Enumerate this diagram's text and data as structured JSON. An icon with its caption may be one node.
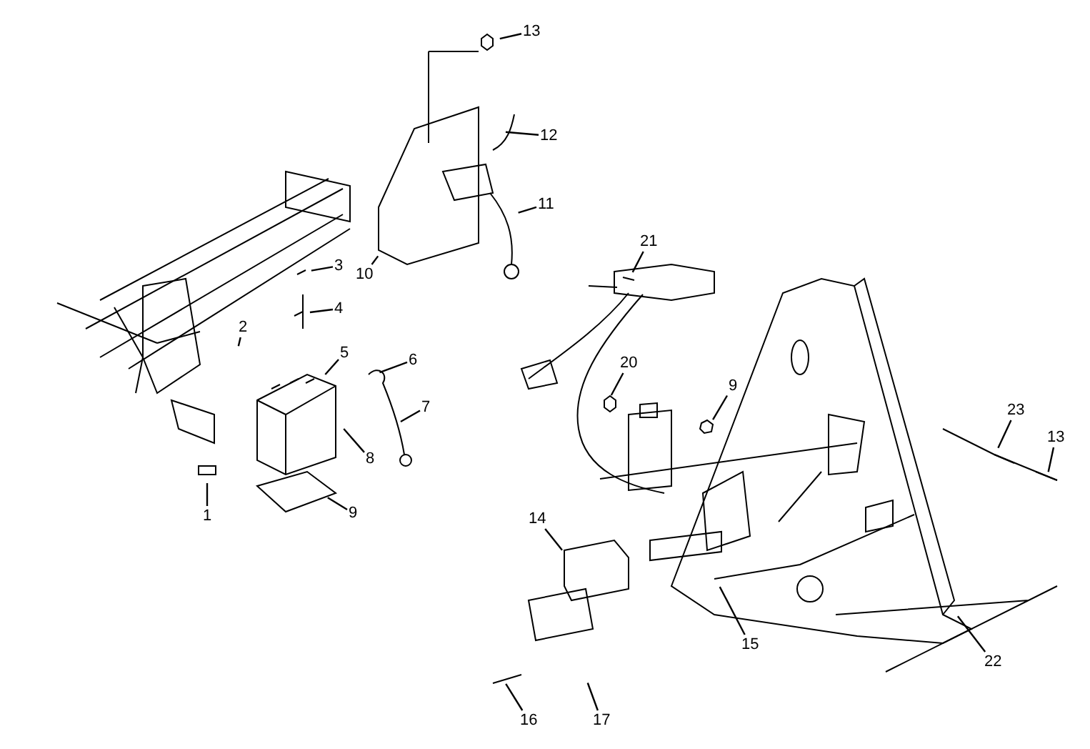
{
  "diagram": {
    "nodes": [
      {
        "text": [
          "13"
        ]
      },
      {
        "text": [
          "12"
        ]
      },
      {
        "text": [
          "11"
        ]
      },
      {
        "text": [
          "10"
        ]
      },
      {
        "text": [
          "3"
        ]
      },
      {
        "text": [
          "4"
        ]
      },
      {
        "text": [
          "2"
        ]
      },
      {
        "text": [
          "5"
        ]
      },
      {
        "text": [
          "6"
        ]
      },
      {
        "text": [
          "7"
        ]
      },
      {
        "text": [
          "8"
        ]
      },
      {
        "text": [
          "1"
        ]
      },
      {
        "text": [
          "9"
        ]
      },
      {
        "text": [
          "21"
        ]
      },
      {
        "text": [
          "20"
        ]
      },
      {
        "text": [
          "9"
        ]
      },
      {
        "text": [
          "23"
        ]
      },
      {
        "text": [
          "13"
        ]
      },
      {
        "text": [
          "14"
        ]
      },
      {
        "text": [
          "15"
        ]
      },
      {
        "text": [
          "22"
        ]
      },
      {
        "text": [
          "16"
        ]
      },
      {
        "text": [
          "17"
        ]
      },
      {
        "text": [],
        "shape": "picture"
      },
      {
        "text": [],
        "shape": "picture"
      },
      {
        "text": [],
        "shape": "picture"
      },
      {
        "text": [],
        "shape": "picture"
      }
    ],
    "edges": [
      {
        "from": 0,
        "to": 23,
        "arrow": "none"
      },
      {
        "from": 1,
        "to": 23,
        "arrow": "none"
      },
      {
        "from": 2,
        "to": 23,
        "arrow": "none"
      },
      {
        "from": 3,
        "to": 23,
        "arrow": "none"
      },
      {
        "from": 4,
        "to": null,
        "arrow": "none"
      },
      {
        "from": 5,
        "to": null,
        "arrow": "none"
      },
      {
        "from": 6,
        "to": null,
        "arrow": "none"
      },
      {
        "from": 7,
        "to": 24,
        "arrow": "none"
      },
      {
        "from": 8,
        "to": null,
        "arrow": "none"
      },
      {
        "from": 9,
        "to": null,
        "arrow": "none"
      },
      {
        "from": 10,
        "to": 24,
        "arrow": "none"
      },
      {
        "from": 11,
        "to": null,
        "arrow": "none"
      },
      {
        "from": 12,
        "to": 24,
        "arrow": "none"
      },
      {
        "from": 13,
        "to": 25,
        "arrow": "none"
      },
      {
        "from": 14,
        "to": 26,
        "arrow": "none"
      },
      {
        "from": 15,
        "to": 26,
        "arrow": "none"
      },
      {
        "from": 16,
        "to": null,
        "arrow": "none"
      },
      {
        "from": 17,
        "to": null,
        "arrow": "none"
      },
      {
        "from": 18,
        "to": null,
        "arrow": "none"
      },
      {
        "from": 19,
        "to": null,
        "arrow": "none"
      },
      {
        "from": 20,
        "to": null,
        "arrow": "none"
      },
      {
        "from": 21,
        "to": null,
        "arrow": "none"
      },
      {
        "from": 22,
        "to": null,
        "arrow": "none"
      }
    ]
  }
}
